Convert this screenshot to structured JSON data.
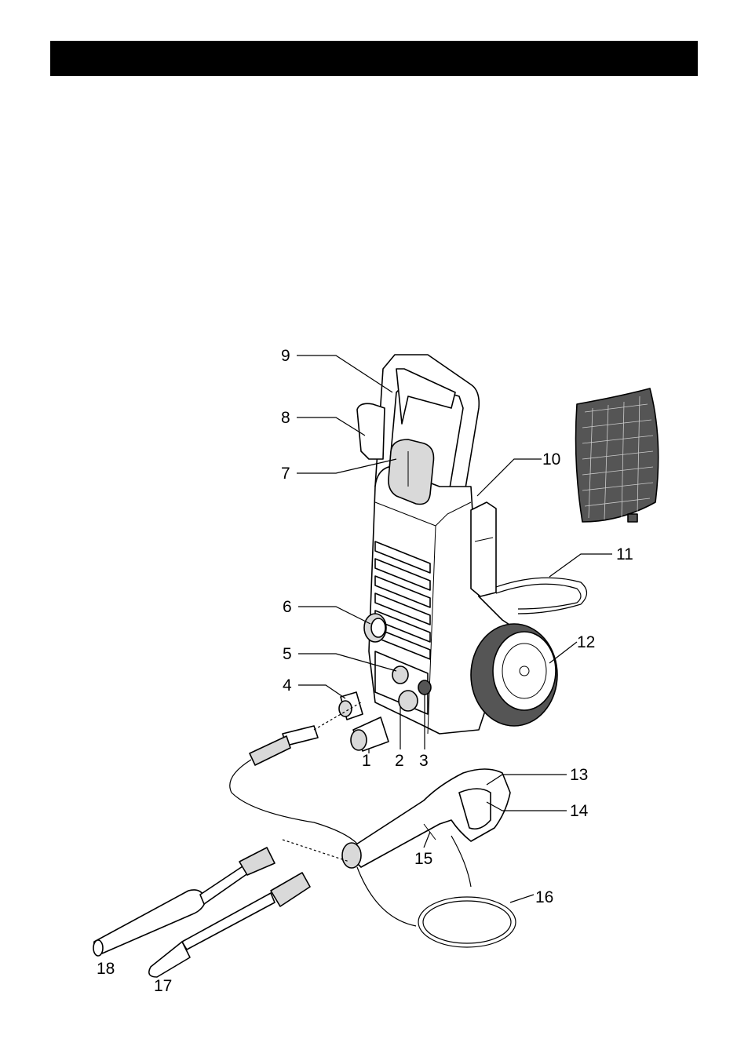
{
  "header": {
    "title": ""
  },
  "callouts": [
    {
      "id": "1",
      "label": "1"
    },
    {
      "id": "2",
      "label": "2"
    },
    {
      "id": "3",
      "label": "3"
    },
    {
      "id": "4",
      "label": "4"
    },
    {
      "id": "5",
      "label": "5"
    },
    {
      "id": "6",
      "label": "6"
    },
    {
      "id": "7",
      "label": "7"
    },
    {
      "id": "8",
      "label": "8"
    },
    {
      "id": "9",
      "label": "9"
    },
    {
      "id": "10",
      "label": "10"
    },
    {
      "id": "11",
      "label": "11"
    },
    {
      "id": "12",
      "label": "12"
    },
    {
      "id": "13",
      "label": "13"
    },
    {
      "id": "14",
      "label": "14"
    },
    {
      "id": "15",
      "label": "15"
    },
    {
      "id": "16",
      "label": "16"
    },
    {
      "id": "17",
      "label": "17"
    },
    {
      "id": "18",
      "label": "18"
    }
  ]
}
